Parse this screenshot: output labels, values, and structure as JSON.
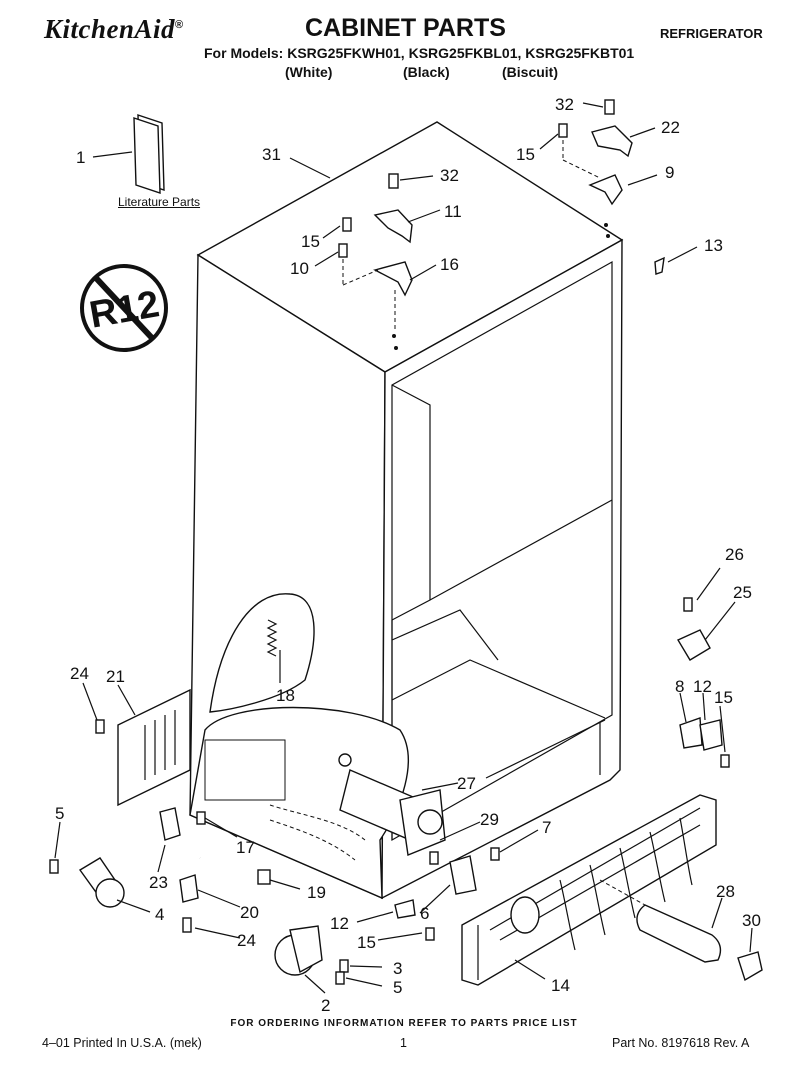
{
  "header": {
    "brand": "KitchenAid",
    "brand_mark": "®",
    "title": "CABINET PARTS",
    "appliance": "REFRIGERATOR",
    "models_line": "For Models: KSRG25FKWH01, KSRG25FKBL01, KSRG25FKBT01",
    "colors": [
      "(White)",
      "(Black)",
      "(Biscuit)"
    ]
  },
  "diagram": {
    "literature_label": "Literature Parts",
    "no_r12_badge": "R12",
    "callouts": [
      "1",
      "31",
      "32",
      "22",
      "15",
      "9",
      "32",
      "11",
      "15",
      "16",
      "10",
      "13",
      "26",
      "25",
      "24",
      "21",
      "18",
      "27",
      "8",
      "12",
      "15",
      "29",
      "7",
      "5",
      "17",
      "23",
      "19",
      "20",
      "4",
      "6",
      "12",
      "24",
      "15",
      "3",
      "5",
      "2",
      "14",
      "28",
      "30"
    ]
  },
  "footer": {
    "ordering_note": "FOR ORDERING INFORMATION REFER TO PARTS PRICE LIST",
    "printed": "4–01 Printed In U.S.A. (mek)",
    "page_number": "1",
    "part_number": "Part No. 8197618 Rev. A"
  }
}
